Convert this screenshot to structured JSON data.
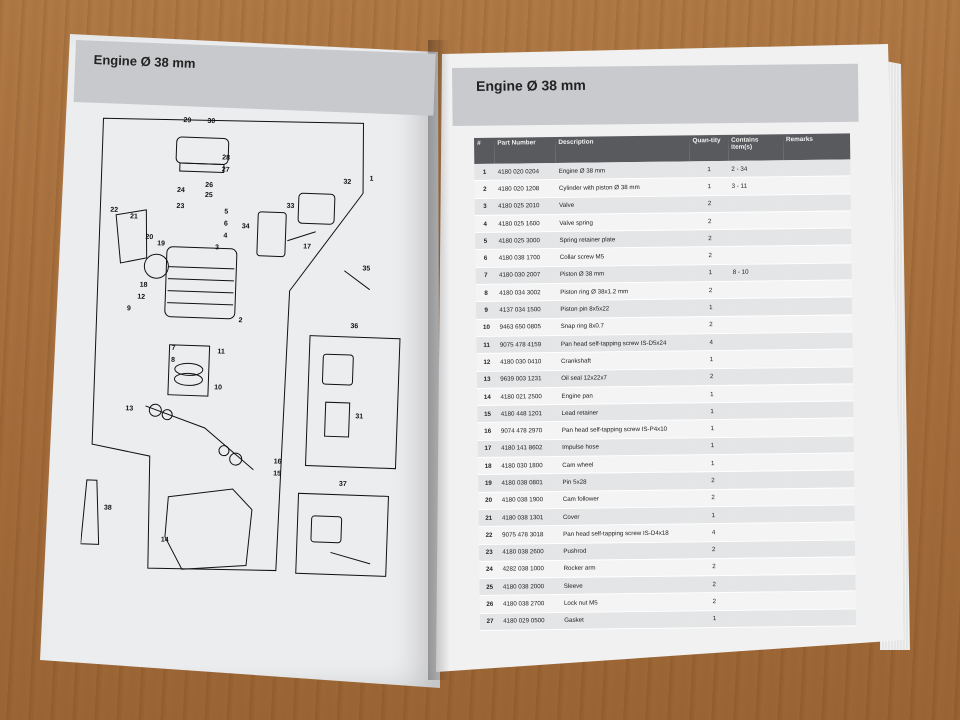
{
  "left_page": {
    "title": "Engine Ø 38 mm",
    "callouts": [
      "29",
      "30",
      "28",
      "27",
      "26",
      "25",
      "24",
      "23",
      "22",
      "21",
      "20",
      "19",
      "18",
      "12",
      "9",
      "8",
      "7",
      "6",
      "5",
      "4",
      "3",
      "2",
      "11",
      "10",
      "13",
      "17",
      "16",
      "15",
      "14",
      "33",
      "32",
      "1",
      "34",
      "35",
      "36",
      "31",
      "37",
      "38"
    ]
  },
  "right_page": {
    "title": "Engine Ø 38 mm",
    "columns": [
      "#",
      "Part Number",
      "Description",
      "Quan-tity",
      "Contains Item(s)",
      "Remarks"
    ],
    "rows": [
      [
        "1",
        "4180 020 0204",
        "Engine Ø 38 mm",
        "1",
        "2 - 34",
        ""
      ],
      [
        "2",
        "4180 020 1208",
        "Cylinder with piston Ø 38 mm",
        "1",
        "3 - 11",
        ""
      ],
      [
        "3",
        "4180 025 2010",
        "Valve",
        "2",
        "",
        ""
      ],
      [
        "4",
        "4180 025 1600",
        "Valve spring",
        "2",
        "",
        ""
      ],
      [
        "5",
        "4180 025 3000",
        "Spring retainer plate",
        "2",
        "",
        ""
      ],
      [
        "6",
        "4180 038 1700",
        "Collar screw M5",
        "2",
        "",
        ""
      ],
      [
        "7",
        "4180 030 2007",
        "Piston Ø 38 mm",
        "1",
        "8 - 10",
        ""
      ],
      [
        "8",
        "4180 034 3002",
        "Piston ring Ø 38x1.2 mm",
        "2",
        "",
        ""
      ],
      [
        "9",
        "4137 034 1500",
        "Piston pin 8x5x22",
        "1",
        "",
        ""
      ],
      [
        "10",
        "9463 650 0805",
        "Snap ring 8x0.7",
        "2",
        "",
        ""
      ],
      [
        "11",
        "9075 478 4159",
        "Pan head self-tapping screw IS-D5x24",
        "4",
        "",
        ""
      ],
      [
        "12",
        "4180 030 0410",
        "Crankshaft",
        "1",
        "",
        ""
      ],
      [
        "13",
        "9639 003 1231",
        "Oil seal 12x22x7",
        "2",
        "",
        ""
      ],
      [
        "14",
        "4180 021 2500",
        "Engine pan",
        "1",
        "",
        ""
      ],
      [
        "15",
        "4180 448 1201",
        "Lead retainer",
        "1",
        "",
        ""
      ],
      [
        "16",
        "9074 478 2970",
        "Pan head self-tapping screw IS-P4x10",
        "1",
        "",
        ""
      ],
      [
        "17",
        "4180 141 8602",
        "Impulse hose",
        "1",
        "",
        ""
      ],
      [
        "18",
        "4180 030 1800",
        "Cam wheel",
        "1",
        "",
        ""
      ],
      [
        "19",
        "4180 038 0801",
        "Pin 5x28",
        "2",
        "",
        ""
      ],
      [
        "20",
        "4180 038 1900",
        "Cam follower",
        "2",
        "",
        ""
      ],
      [
        "21",
        "4180 038 1301",
        "Cover",
        "1",
        "",
        ""
      ],
      [
        "22",
        "9075 478 3018",
        "Pan head self-tapping screw IS-D4x18",
        "4",
        "",
        ""
      ],
      [
        "23",
        "4180 038 2600",
        "Pushrod",
        "2",
        "",
        ""
      ],
      [
        "24",
        "4282 038 1000",
        "Rocker arm",
        "2",
        "",
        ""
      ],
      [
        "25",
        "4180 038 2000",
        "Sleeve",
        "2",
        "",
        ""
      ],
      [
        "26",
        "4180 038 2700",
        "Lock nut M5",
        "2",
        "",
        ""
      ],
      [
        "27",
        "4180 029 0500",
        "Gasket",
        "1",
        "",
        ""
      ]
    ]
  }
}
